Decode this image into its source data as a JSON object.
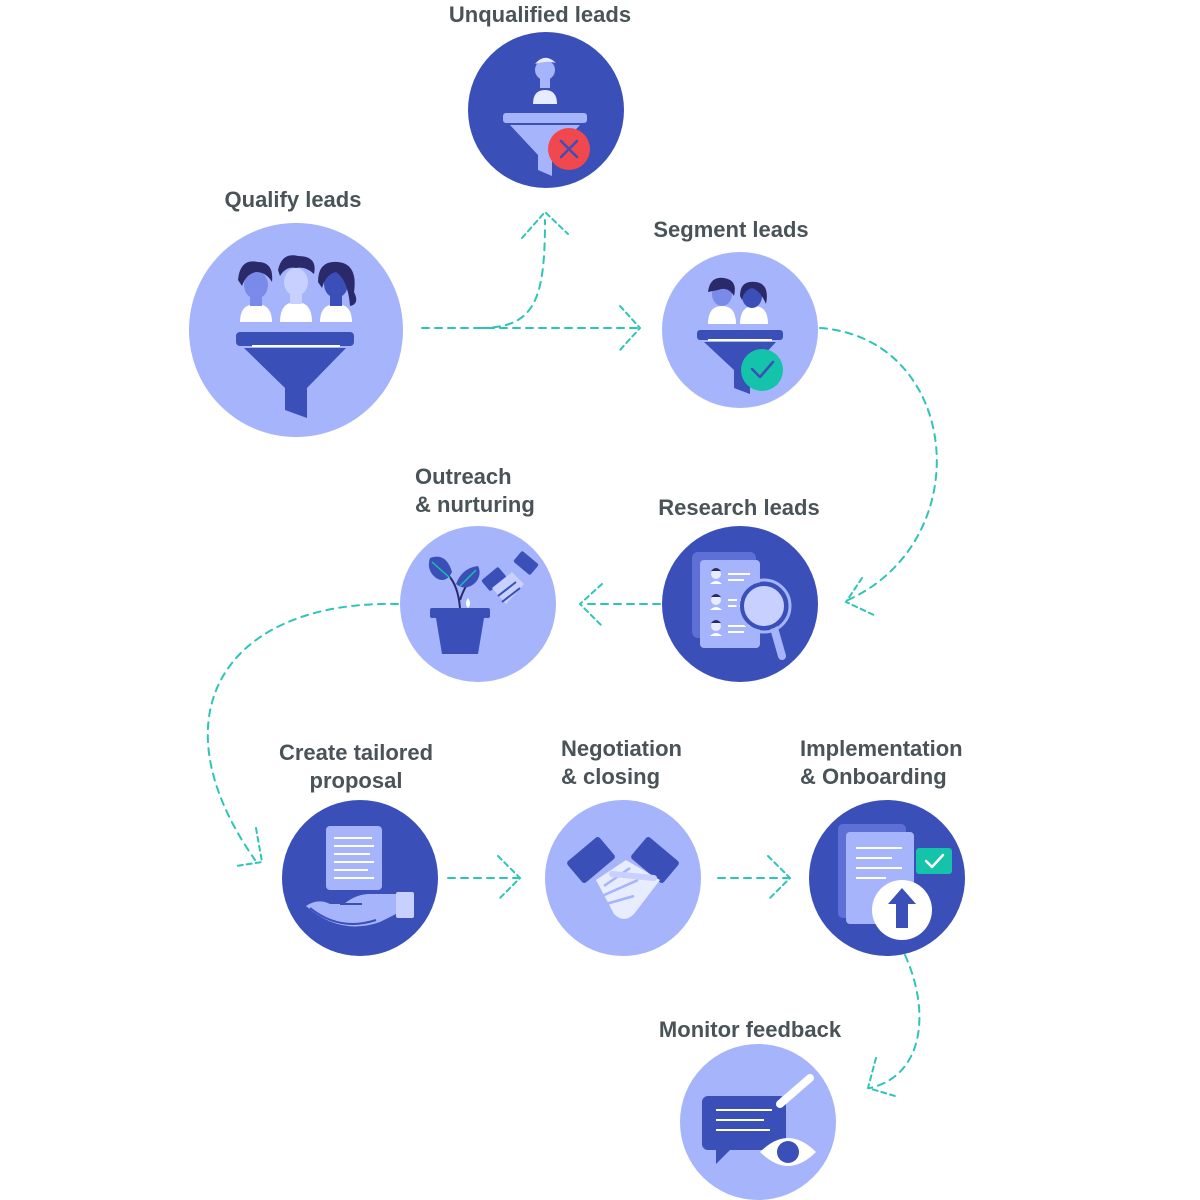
{
  "colors": {
    "dark_circle": "#3a4fb8",
    "light_circle": "#a5b4fb",
    "arrow": "#2ec4b6",
    "label": "#4a5357",
    "reject": "#f0484e",
    "approve": "#14c3a9"
  },
  "steps": {
    "unqualified": {
      "label": "Unqualified leads",
      "icon": "funnel-reject-icon"
    },
    "qualify": {
      "label": "Qualify leads",
      "icon": "funnel-people-icon"
    },
    "segment": {
      "label": "Segment leads",
      "icon": "funnel-approve-icon"
    },
    "research": {
      "label": "Research leads",
      "icon": "document-search-icon"
    },
    "outreach": {
      "label_lines": [
        "Outreach",
        "& nurturing"
      ],
      "icon": "plant-handshake-icon"
    },
    "proposal": {
      "label_lines": [
        "Create tailored",
        "proposal"
      ],
      "icon": "hand-document-icon"
    },
    "negotiation": {
      "label_lines": [
        "Negotiation",
        "& closing"
      ],
      "icon": "handshake-icon"
    },
    "implementation": {
      "label_lines": [
        "Implementation",
        "& Onboarding"
      ],
      "icon": "document-upload-icon"
    },
    "monitor": {
      "label": "Monitor feedback",
      "icon": "chat-eye-icon"
    }
  }
}
